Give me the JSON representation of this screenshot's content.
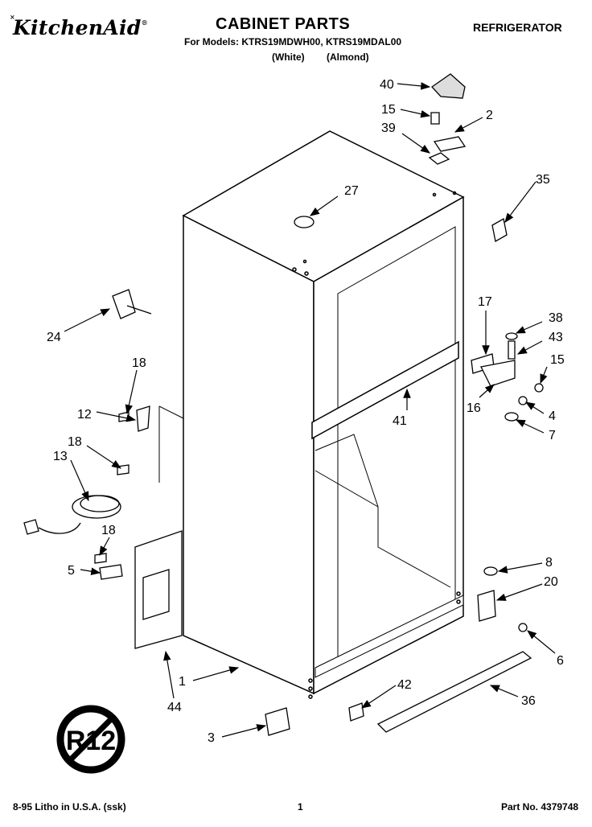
{
  "header": {
    "brand": "KitchenAid",
    "title": "CABINET PARTS",
    "category": "REFRIGERATOR",
    "models_line": "For Models: KTRS19MDWH00, KTRS19MDAL00",
    "variants": [
      "(White)",
      "(Almond)"
    ]
  },
  "callouts": [
    {
      "id": "c40",
      "text": "40"
    },
    {
      "id": "c15a",
      "text": "15"
    },
    {
      "id": "c2",
      "text": "2"
    },
    {
      "id": "c39",
      "text": "39"
    },
    {
      "id": "c27",
      "text": "27"
    },
    {
      "id": "c35",
      "text": "35"
    },
    {
      "id": "c24",
      "text": "24"
    },
    {
      "id": "c17",
      "text": "17"
    },
    {
      "id": "c38",
      "text": "38"
    },
    {
      "id": "c43",
      "text": "43"
    },
    {
      "id": "c15b",
      "text": "15"
    },
    {
      "id": "c18a",
      "text": "18"
    },
    {
      "id": "c12",
      "text": "12"
    },
    {
      "id": "c41",
      "text": "41"
    },
    {
      "id": "c16",
      "text": "16"
    },
    {
      "id": "c4",
      "text": "4"
    },
    {
      "id": "c7",
      "text": "7"
    },
    {
      "id": "c18b",
      "text": "18"
    },
    {
      "id": "c13",
      "text": "13"
    },
    {
      "id": "c18c",
      "text": "18"
    },
    {
      "id": "c5",
      "text": "5"
    },
    {
      "id": "c8",
      "text": "8"
    },
    {
      "id": "c20",
      "text": "20"
    },
    {
      "id": "c6",
      "text": "6"
    },
    {
      "id": "c1",
      "text": "1"
    },
    {
      "id": "c42",
      "text": "42"
    },
    {
      "id": "c36",
      "text": "36"
    },
    {
      "id": "c44",
      "text": "44"
    },
    {
      "id": "c3",
      "text": "3"
    }
  ],
  "stamp": "R12",
  "footer": {
    "left": "8-95 Litho in U.S.A. (ssk)",
    "center": "1",
    "right": "Part No. 4379748"
  }
}
